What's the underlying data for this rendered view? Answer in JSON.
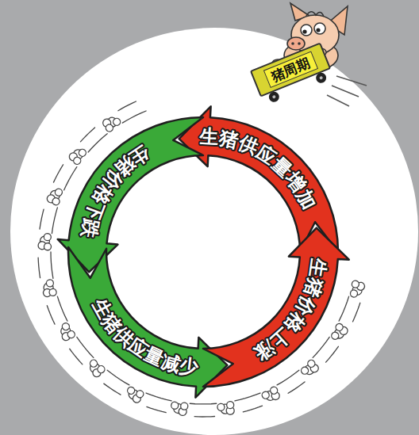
{
  "diagram": {
    "nodes": [
      {
        "text": [
          "猪周期"
        ]
      },
      {
        "text": [
          "生猪供应量增加"
        ]
      },
      {
        "text": [
          "生猪价格下跌"
        ]
      },
      {
        "text": [
          "生猪供应量减少"
        ]
      },
      {
        "text": [
          "生猪价格上涨"
        ]
      }
    ]
  }
}
